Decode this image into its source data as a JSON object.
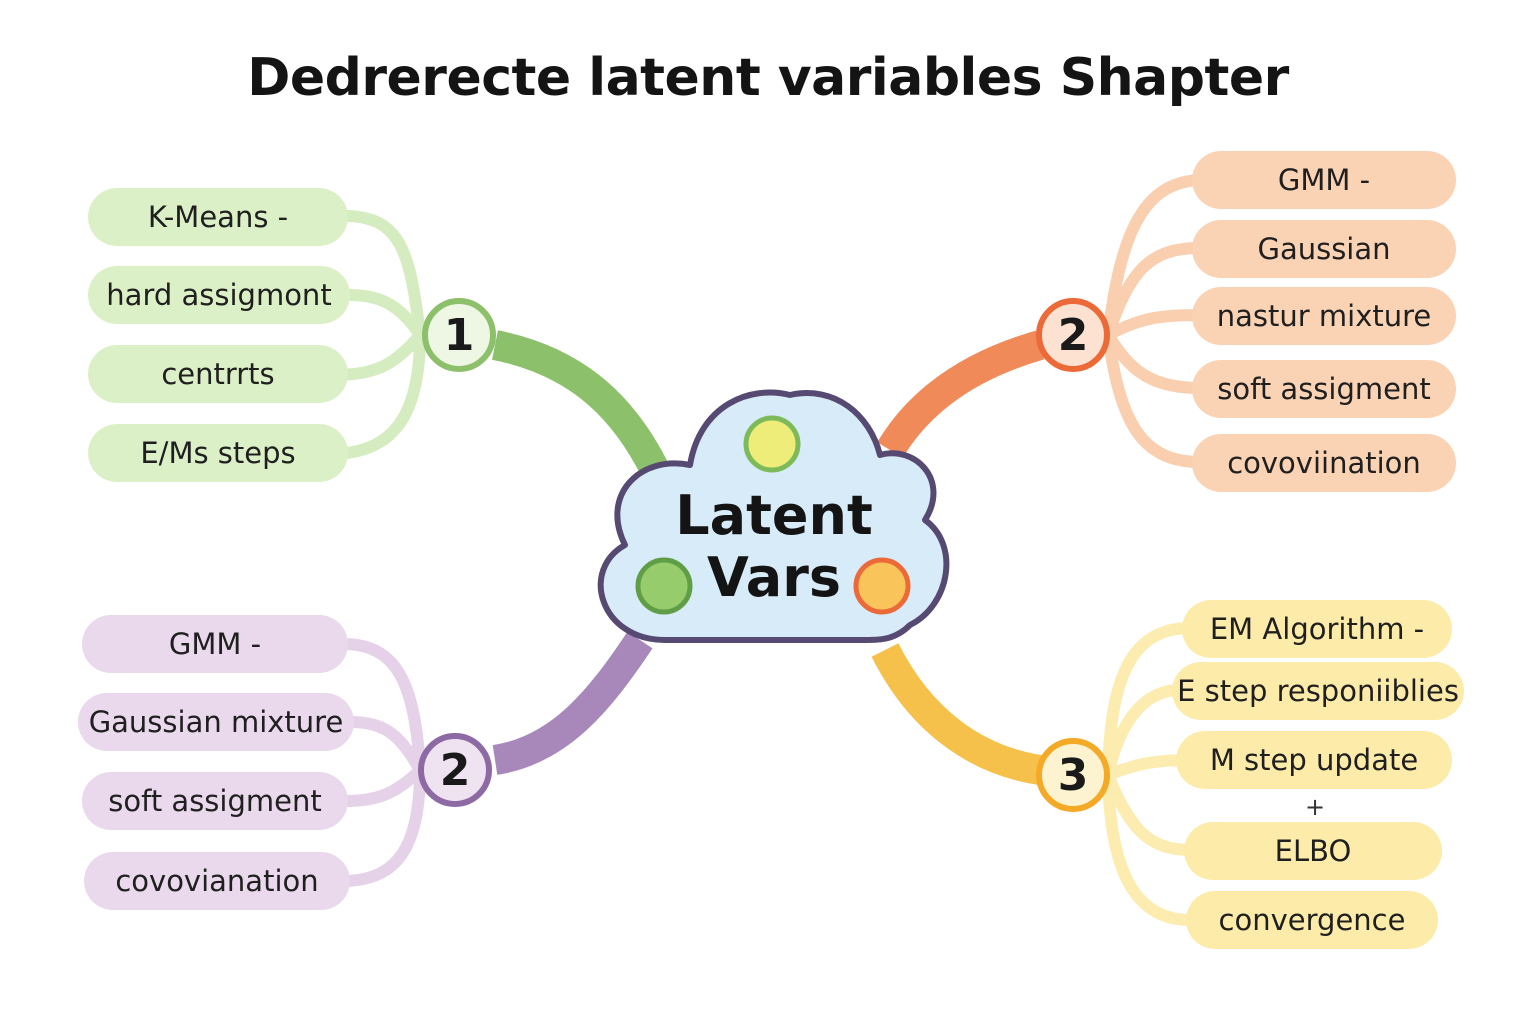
{
  "title": "Dedrerecte latent variables Shapter",
  "center": {
    "line1": "Latent",
    "line2": "Vars"
  },
  "branches": {
    "top_left": {
      "number": "1",
      "color": "#8cc06a",
      "items": [
        "K-Means -",
        "hard assigmont",
        "centrrts",
        "E/Ms steps"
      ]
    },
    "top_right": {
      "number": "2",
      "color": "#f08a58",
      "items": [
        "GMM -",
        "Gaussian",
        "nastur mixture",
        "soft assigment",
        "covoviination"
      ]
    },
    "bottom_left": {
      "number": "2",
      "color": "#a888ba",
      "items": [
        "GMM -",
        "Gaussian mixture",
        "soft assigment",
        "covovianation"
      ]
    },
    "bottom_right": {
      "number": "3",
      "color": "#f6c14a",
      "items": [
        "EM Algorithm -",
        "E step responiiblies",
        "M step update",
        "ELBO",
        "convergence"
      ],
      "separator": "+"
    }
  }
}
